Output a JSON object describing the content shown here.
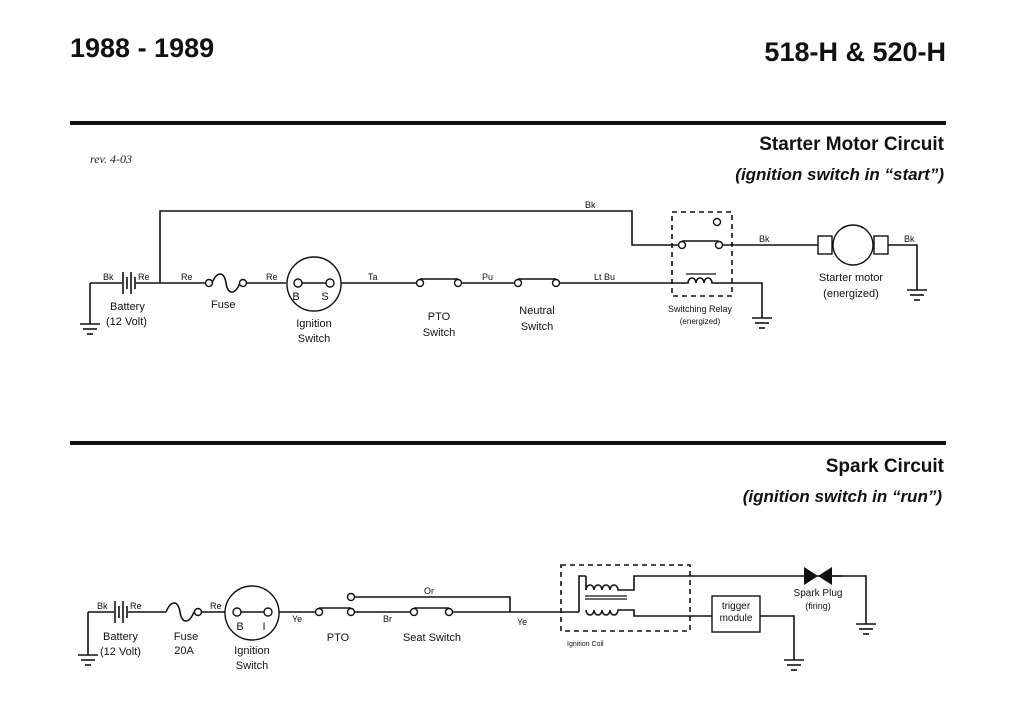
{
  "header": {
    "years": "1988 - 1989",
    "models": "518-H & 520-H",
    "revision": "rev. 4-03"
  },
  "starter": {
    "title": "Starter Motor Circuit",
    "subtitle": "(ignition switch in “start”)",
    "wires": {
      "bk_top": "Bk",
      "bk_batt": "Bk",
      "re_batt": "Re",
      "re_1": "Re",
      "re_2": "Re",
      "ta": "Ta",
      "pu": "Pu",
      "ltbu": "Lt Bu",
      "bk_relay": "Bk",
      "bk_motor": "Bk"
    },
    "battery": [
      "Battery",
      "(12 Volt)"
    ],
    "fuse": "Fuse",
    "ignition_terms": [
      "B",
      "S"
    ],
    "ignition": [
      "Ignition",
      "Switch"
    ],
    "pto": [
      "PTO",
      "Switch"
    ],
    "neutral": [
      "Neutral",
      "Switch"
    ],
    "relay": [
      "Switching Relay",
      "(energized)"
    ],
    "motor": [
      "Starter motor",
      "(energized)"
    ]
  },
  "spark": {
    "title": "Spark Circuit",
    "subtitle": "(ignition switch in “run”)",
    "wires": {
      "bk_batt": "Bk",
      "re_batt": "Re",
      "re_fuse": "Re",
      "ye_1": "Ye",
      "or": "Or",
      "br": "Br",
      "ye_2": "Ye"
    },
    "battery": [
      "Battery",
      "(12 Volt)"
    ],
    "fuse": [
      "Fuse",
      "20A"
    ],
    "ignition_terms": [
      "B",
      "I"
    ],
    "ignition": [
      "Ignition",
      "Switch"
    ],
    "pto": "PTO",
    "seat": "Seat Switch",
    "coil": "Ignition Coil",
    "trigger": [
      "trigger",
      "module"
    ],
    "plug": [
      "Spark Plug",
      "(firing)"
    ]
  }
}
